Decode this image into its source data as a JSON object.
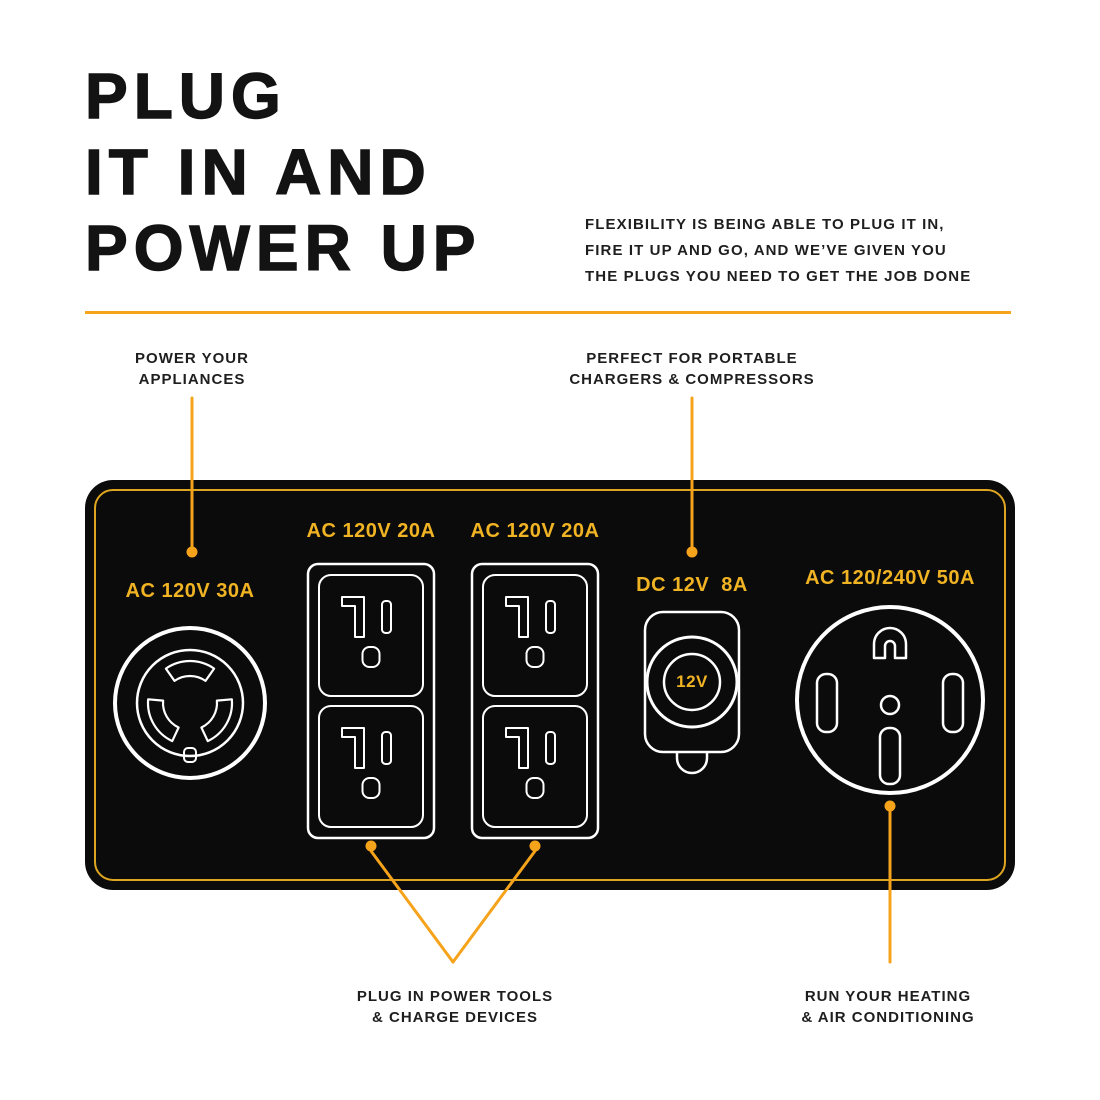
{
  "colors": {
    "accent": "#F6A31C",
    "panel_label": "#F0B323",
    "panel_bg": "#0B0B0B",
    "title_text": "#131313",
    "body_text": "#1E1E1E",
    "outlet_stroke": "#FFFFFF",
    "background": "#FFFFFF"
  },
  "header": {
    "title_lines": [
      "PLUG",
      "IT IN AND",
      "POWER UP"
    ],
    "intro_lines": [
      "FLEXIBILITY IS BEING ABLE TO PLUG IT IN,",
      "FIRE IT UP AND GO, AND WE’VE GIVEN YOU",
      "THE PLUGS YOU NEED TO GET THE JOB DONE"
    ]
  },
  "callouts": {
    "appliances": {
      "lines": [
        "POWER YOUR",
        "APPLIANCES"
      ]
    },
    "chargers": {
      "lines": [
        "PERFECT FOR PORTABLE",
        "CHARGERS & COMPRESSORS"
      ]
    },
    "tools": {
      "lines": [
        "PLUG IN POWER TOOLS",
        "& CHARGE DEVICES"
      ]
    },
    "hvac": {
      "lines": [
        "RUN YOUR HEATING",
        "& AIR CONDITIONING"
      ]
    }
  },
  "panel": {
    "outlets": [
      {
        "id": "twist-lock-30a",
        "label": "AC 120V 30A"
      },
      {
        "id": "duplex-left",
        "label": "AC 120V 20A"
      },
      {
        "id": "duplex-right",
        "label": "AC 120V 20A"
      },
      {
        "id": "dc-accessory",
        "label": "DC 12V  8A",
        "center_text": "12V"
      },
      {
        "id": "range-50a",
        "label": "AC 120/240V 50A"
      }
    ]
  }
}
